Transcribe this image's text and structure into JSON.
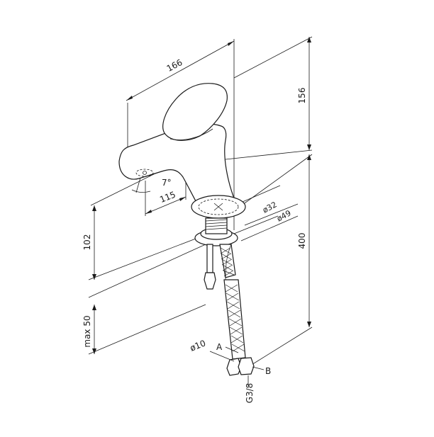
{
  "dimensions": {
    "length_166": "166",
    "height_156": "156",
    "spout_115": "115",
    "angle_7": "7°",
    "dia_32": "ø32",
    "dia_49": "ø49",
    "height_102": "102",
    "height_400": "400",
    "max_50": "max 50",
    "dia_10": "ø10",
    "thread": "G3/8"
  },
  "callouts": {
    "hose_a": "A",
    "hose_b": "B"
  }
}
